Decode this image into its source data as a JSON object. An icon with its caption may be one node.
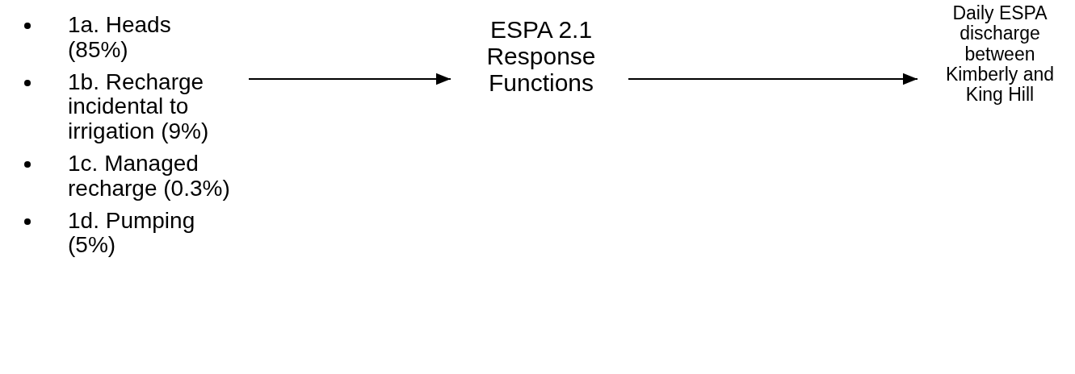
{
  "diagram": {
    "nodes": [
      {
        "text": [
          "1a. Heads (85%)",
          "1b. Recharge incidental to irrigation (9%)",
          "1c. Managed recharge (0.3%)",
          "1d. Pumping (5%)"
        ]
      },
      {
        "text": [
          "ESPA 2.1 Response Functions"
        ]
      },
      {
        "text": [
          "Daily ESPA discharge between Kimberly and King Hill"
        ]
      }
    ],
    "edges": [
      {
        "from": 0,
        "to": 1,
        "arrow": "to"
      },
      {
        "from": 1,
        "to": 2,
        "arrow": "to"
      }
    ]
  }
}
